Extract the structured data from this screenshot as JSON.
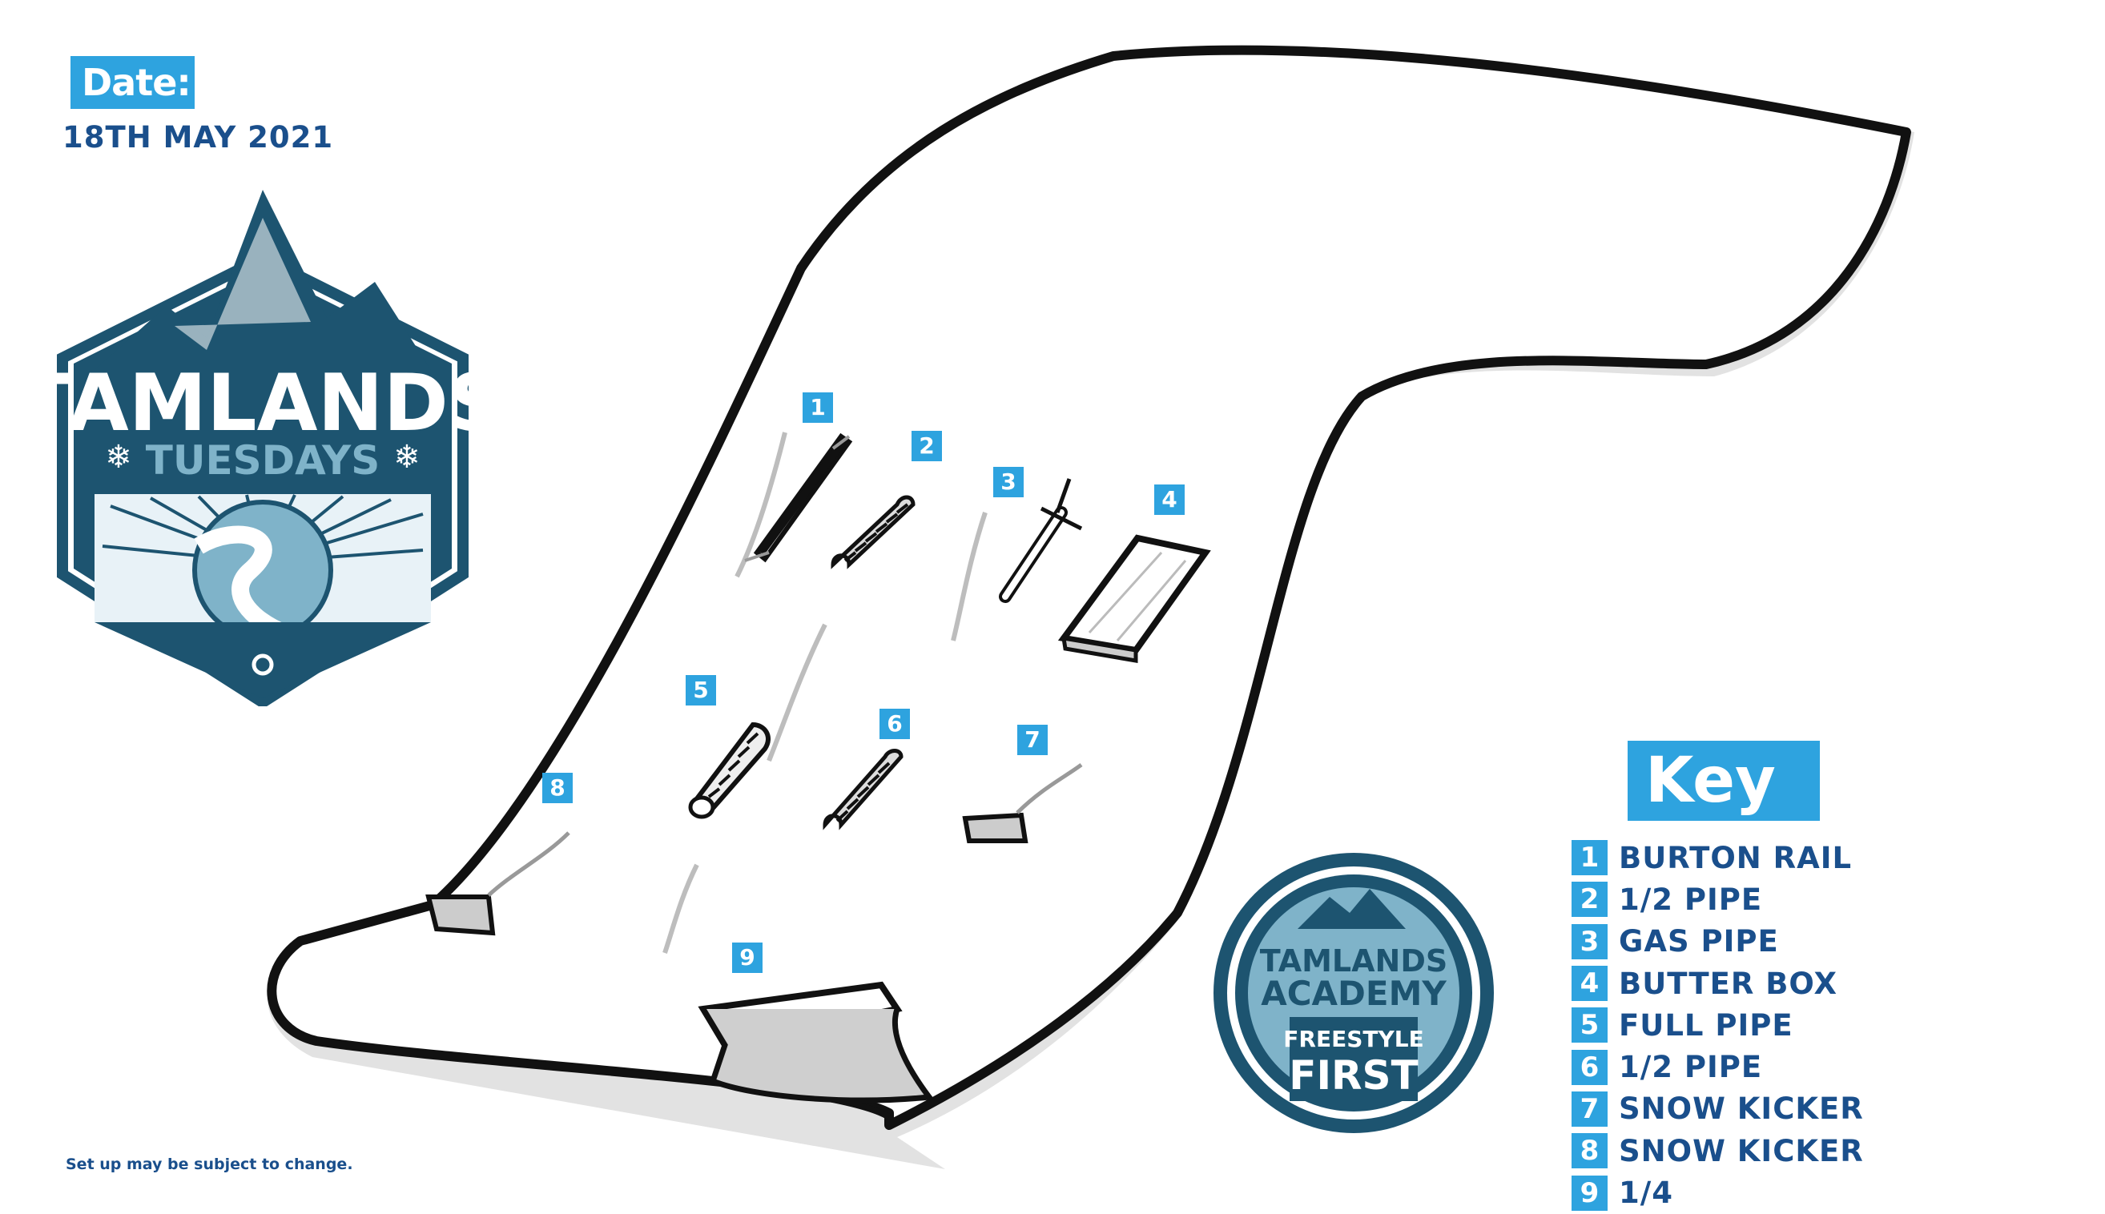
{
  "header": {
    "date_label": "Date:",
    "date_value": "18TH MAY 2021"
  },
  "footer": {
    "note": "Set up may be subject to change."
  },
  "logo_tuesdays": {
    "line1": "TAMLANDS",
    "line2": "TUESDAYS"
  },
  "logo_academy": {
    "line1": "TAMLANDS",
    "line2": "ACADEMY",
    "line3": "FREESTYLE",
    "line4": "FIRST"
  },
  "map": {
    "markers": [
      {
        "num": "1",
        "feature": "rail"
      },
      {
        "num": "2",
        "feature": "pipe"
      },
      {
        "num": "3",
        "feature": "gas-pipe"
      },
      {
        "num": "4",
        "feature": "box"
      },
      {
        "num": "5",
        "feature": "pipe"
      },
      {
        "num": "6",
        "feature": "pipe"
      },
      {
        "num": "7",
        "feature": "kicker"
      },
      {
        "num": "8",
        "feature": "kicker"
      },
      {
        "num": "9",
        "feature": "quarter-pipe"
      }
    ]
  },
  "key": {
    "title": "Key",
    "items": [
      {
        "num": "1",
        "label": "BURTON RAIL"
      },
      {
        "num": "2",
        "label": "1/2 PIPE"
      },
      {
        "num": "3",
        "label": "GAS PIPE"
      },
      {
        "num": "4",
        "label": "BUTTER BOX"
      },
      {
        "num": "5",
        "label": "FULL PIPE"
      },
      {
        "num": "6",
        "label": "1/2 PIPE"
      },
      {
        "num": "7",
        "label": "SNOW KICKER"
      },
      {
        "num": "8",
        "label": "SNOW KICKER"
      },
      {
        "num": "9",
        "label": "1/4"
      }
    ]
  },
  "colors": {
    "accent": "#2ea3df",
    "navy": "#1a4f8c",
    "logo_dark": "#1d5470",
    "logo_light": "#7fb3c9"
  }
}
